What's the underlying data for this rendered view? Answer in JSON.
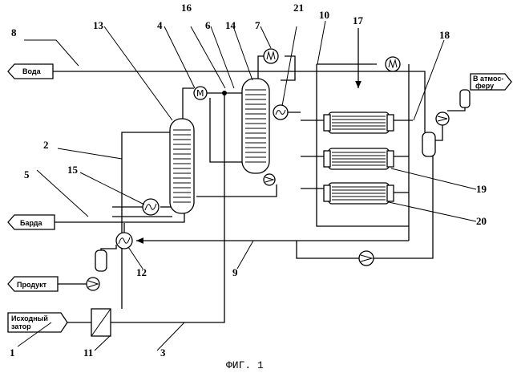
{
  "streams": {
    "water": "Вода",
    "stillage": "Барда",
    "product": "Продукт",
    "feed_line1": "Исходный",
    "feed_line2": "затор",
    "vent_line1": "В атмос-",
    "vent_line2": "феру"
  },
  "labels": {
    "n1": "1",
    "n2": "2",
    "n3": "3",
    "n4": "4",
    "n5": "5",
    "n6": "6",
    "n7": "7",
    "n8": "8",
    "n9": "9",
    "n10": "10",
    "n11": "11",
    "n12": "12",
    "n13": "13",
    "n14": "14",
    "n15": "15",
    "n16": "16",
    "n17": "17",
    "n18": "18",
    "n19": "19",
    "n20": "20",
    "n21": "21"
  },
  "symbols": {
    "mixer": "M"
  },
  "caption": "ФИГ. 1"
}
